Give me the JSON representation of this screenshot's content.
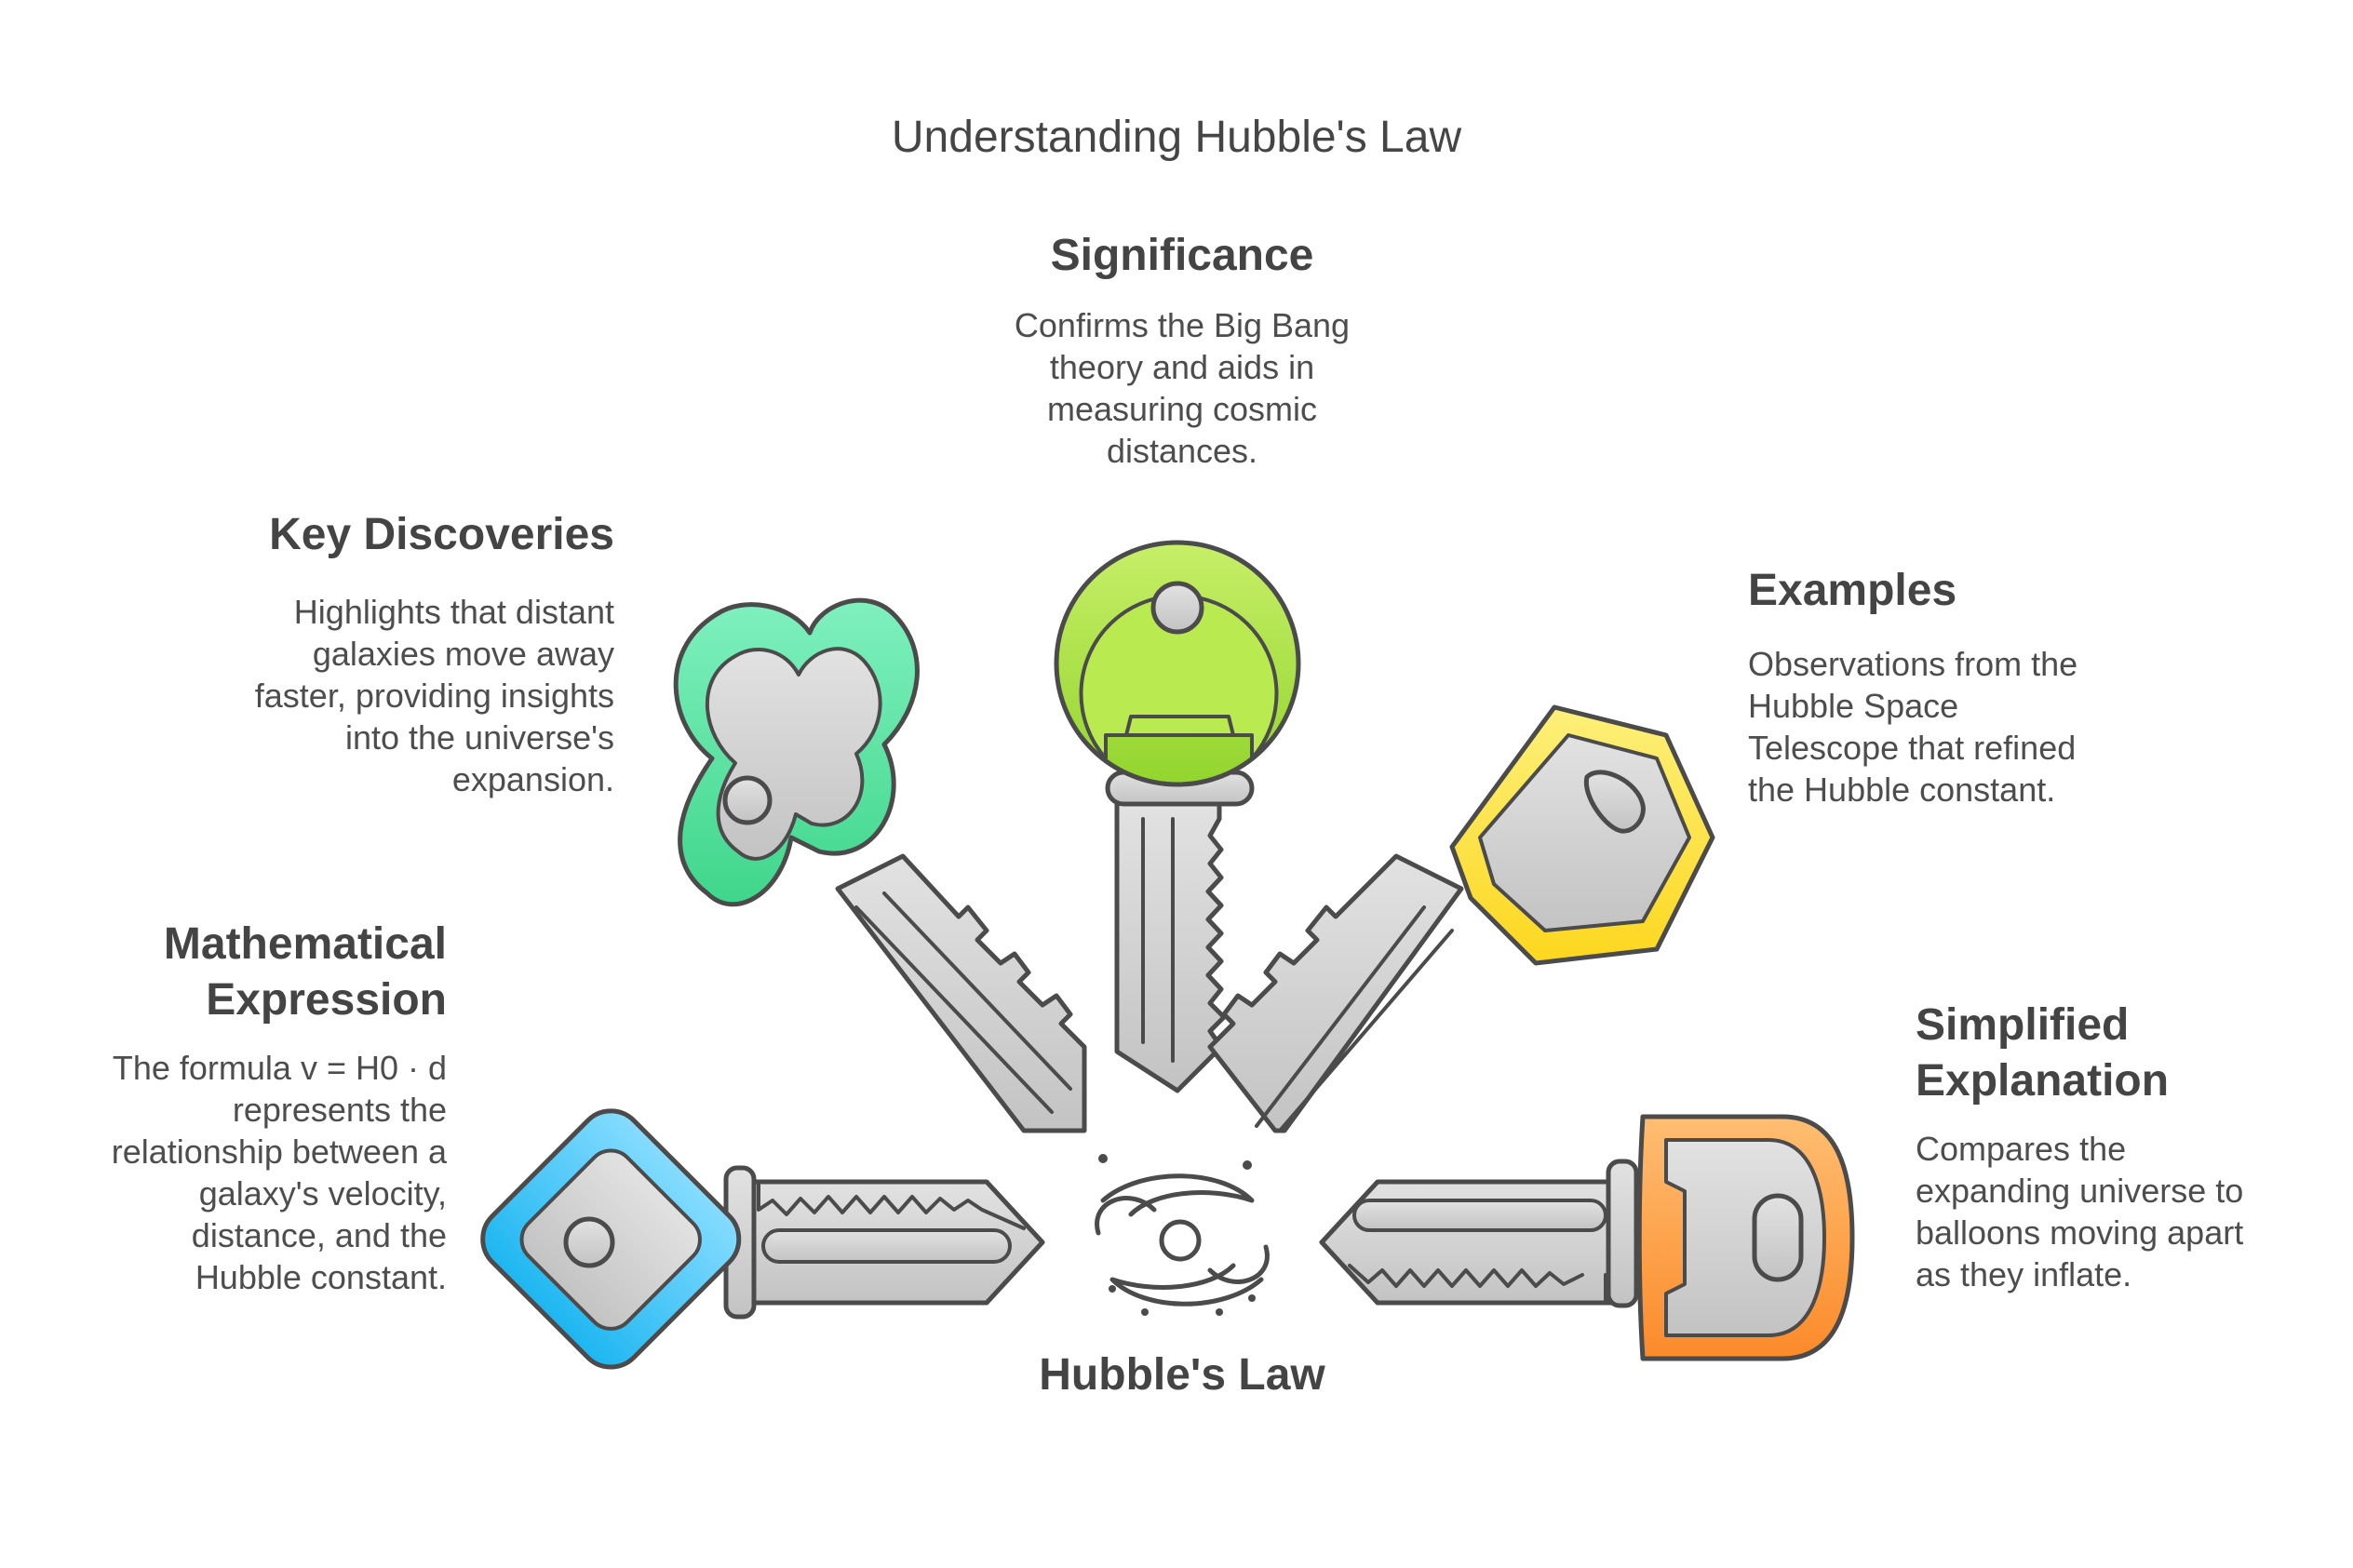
{
  "title": "Understanding Hubble's Law",
  "center_label": "Hubble's Law",
  "sections": {
    "significance": {
      "heading": "Significance",
      "lines": [
        "Confirms the Big Bang",
        "theory and aids in",
        "measuring cosmic",
        "distances."
      ],
      "key_color": "#9fd836"
    },
    "key_discoveries": {
      "heading": "Key Discoveries",
      "lines": [
        "Highlights that distant",
        "galaxies move away",
        "faster, providing insights",
        "into the universe's",
        "expansion."
      ],
      "key_color": "#5de3a0"
    },
    "examples": {
      "heading": "Examples",
      "lines": [
        "Observations from the",
        "Hubble Space",
        "Telescope that refined",
        "the Hubble constant."
      ],
      "key_color": "#fde23a"
    },
    "mathematical_expression": {
      "heading_lines": [
        "Mathematical",
        "Expression"
      ],
      "lines": [
        "The formula v = H0 · d",
        "represents the",
        "relationship between a",
        "galaxy's velocity,",
        "distance, and the",
        "Hubble constant."
      ],
      "key_color": "#2ec3f5"
    },
    "simplified_explanation": {
      "heading_lines": [
        "Simplified",
        "Explanation"
      ],
      "lines": [
        "Compares the",
        "expanding universe to",
        "balloons moving apart",
        "as they inflate."
      ],
      "key_color": "#fb8f2f"
    }
  },
  "icons": {
    "center": "galaxy-icon",
    "keys": "key-icon"
  }
}
